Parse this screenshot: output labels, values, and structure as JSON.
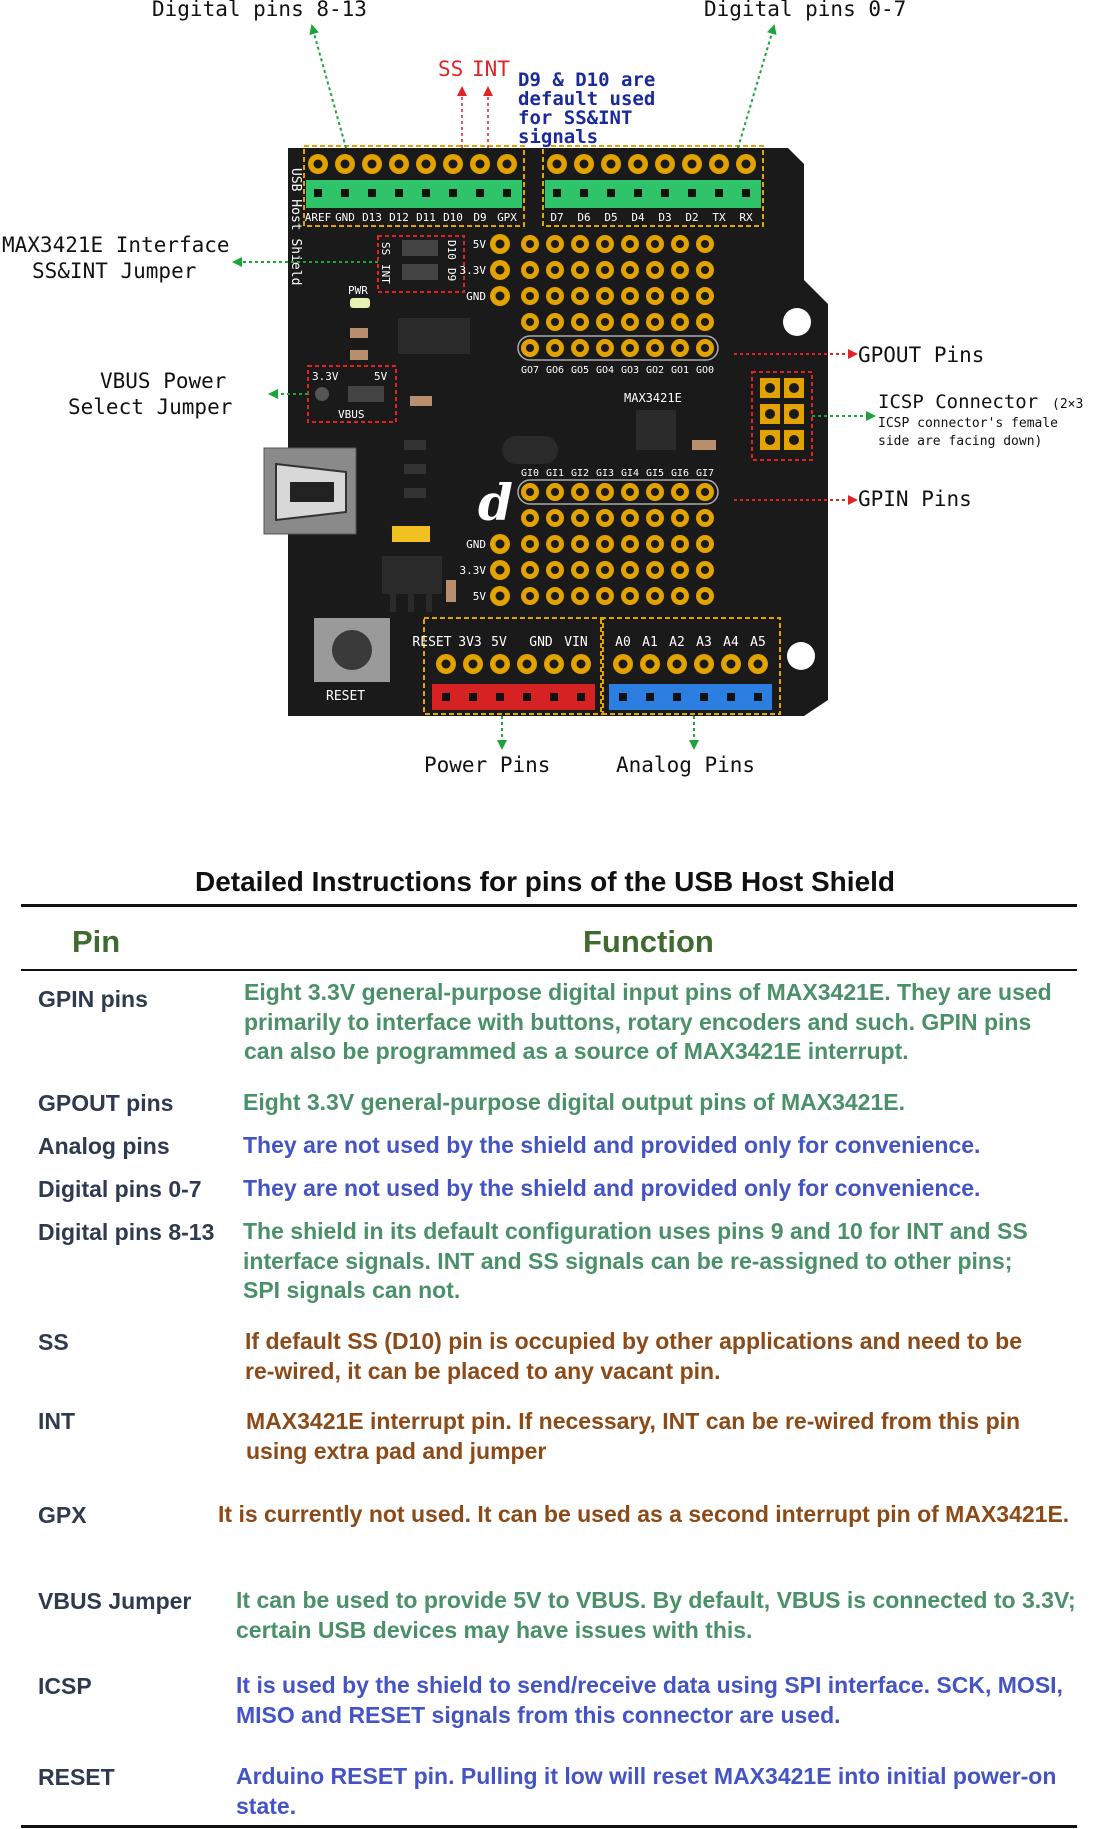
{
  "diagram": {
    "callouts": {
      "digital_8_13": "Digital pins 8-13",
      "digital_0_7": "Digital pins 0-7",
      "ss": "SS",
      "int": "INT",
      "ss_int_note": [
        "D9 & D10 are",
        "default used",
        "for SS&INT",
        "signals"
      ],
      "max_jumper": [
        "MAX3421E Interface",
        "SS&INT Jumper"
      ],
      "vbus_jumper": [
        "VBUS Power",
        "Select Jumper"
      ],
      "gpout": "GPOUT Pins",
      "icsp": [
        "ICSP Connector",
        "(2×3",
        "ICSP connector's female",
        "side are facing down)"
      ],
      "gpin": "GPIN Pins",
      "power": "Power Pins",
      "analog": "Analog Pins"
    },
    "board": {
      "side_text": "USB Host Shield",
      "left_header_labels": [
        "AREF",
        "GND",
        "D13",
        "D12",
        "D11",
        "D10",
        "D9",
        "GPX"
      ],
      "right_header_labels": [
        "D7",
        "D6",
        "D5",
        "D4",
        "D3",
        "D2",
        "TX",
        "RX"
      ],
      "jumper_rows": [
        "SS",
        "INT"
      ],
      "jumper_cols": [
        "D10",
        "D9"
      ],
      "pwr_label": "PWR",
      "volt_top": [
        "5V",
        "3.3V",
        "GND"
      ],
      "volt_bottom": [
        "GND",
        "3.3V",
        "5V"
      ],
      "vbus_labels": [
        "3.3V",
        "5V",
        "VBUS"
      ],
      "chip_label": "MAX3421E",
      "gpo_labels": [
        "GO7",
        "GO6",
        "GO5",
        "GO4",
        "GO3",
        "GO2",
        "GO1",
        "GO0"
      ],
      "gpi_labels": [
        "GI0",
        "GI1",
        "GI2",
        "GI3",
        "GI4",
        "GI5",
        "GI6",
        "GI7"
      ],
      "logo": "d",
      "reset_label": "RESET",
      "power_labels": [
        "RESET",
        "3V3",
        "5V",
        "GND",
        "VIN"
      ],
      "analog_labels": [
        "A0",
        "A1",
        "A2",
        "A3",
        "A4",
        "A5"
      ]
    },
    "colors": {
      "board": "#1a1a1a",
      "gold": "#e2a200",
      "green_header": "#2fc36a",
      "red_header": "#d62222",
      "blue_header": "#2c7fe0",
      "callout_green": "#1aa43c",
      "callout_red": "#e02424",
      "note_blue": "#1a2a9c"
    }
  },
  "table": {
    "title": "Detailed Instructions for pins of the USB Host Shield",
    "header_pin": "Pin",
    "header_function": "Function",
    "rows": [
      {
        "pin": "GPIN pins",
        "function": "Eight 3.3V general-purpose digital input pins of MAX3421E. They are used\nprimarily to interface with buttons, rotary encoders and such. GPIN pins\ncan also be programmed as a source of MAX3421E interrupt."
      },
      {
        "pin": "GPOUT pins",
        "function": "Eight 3.3V general-purpose digital output pins of MAX3421E."
      },
      {
        "pin": "Analog pins",
        "function": "They are not used by the shield and provided only for convenience."
      },
      {
        "pin": "Digital pins 0-7",
        "function": "They are not used by the shield and provided only for convenience."
      },
      {
        "pin": "Digital pins 8-13",
        "function": "The shield in its default configuration uses pins 9 and 10 for INT and SS\n interface  signals.  INT and SS signals can be re-assigned to other pins;\n SPI  signals can not."
      },
      {
        "pin": "SS",
        "function": "If default SS (D10) pin is occupied by other applications and need to be\nre-wired,  it can be placed to any vacant pin."
      },
      {
        "pin": "INT",
        "function": "MAX3421E interrupt pin. If necessary, INT can be re-wired from this pin\nusing extra pad and jumper"
      },
      {
        "pin": "GPX",
        "function": "It is currently not used. It can be used as a second interrupt pin of MAX3421E."
      },
      {
        "pin": "VBUS Jumper",
        "function": "It can be used to provide 5V to VBUS. By default, VBUS is connected to 3.3V;\ncertain USB devices may have issues with this."
      },
      {
        "pin": "ICSP",
        "function": "It is used by the shield to send/receive data using SPI interface. SCK, MOSI,\nMISO and RESET signals from this connector are used."
      },
      {
        "pin": "RESET",
        "function": "Arduino RESET pin. Pulling it low will reset MAX3421E into initial power-on\nstate."
      }
    ]
  }
}
